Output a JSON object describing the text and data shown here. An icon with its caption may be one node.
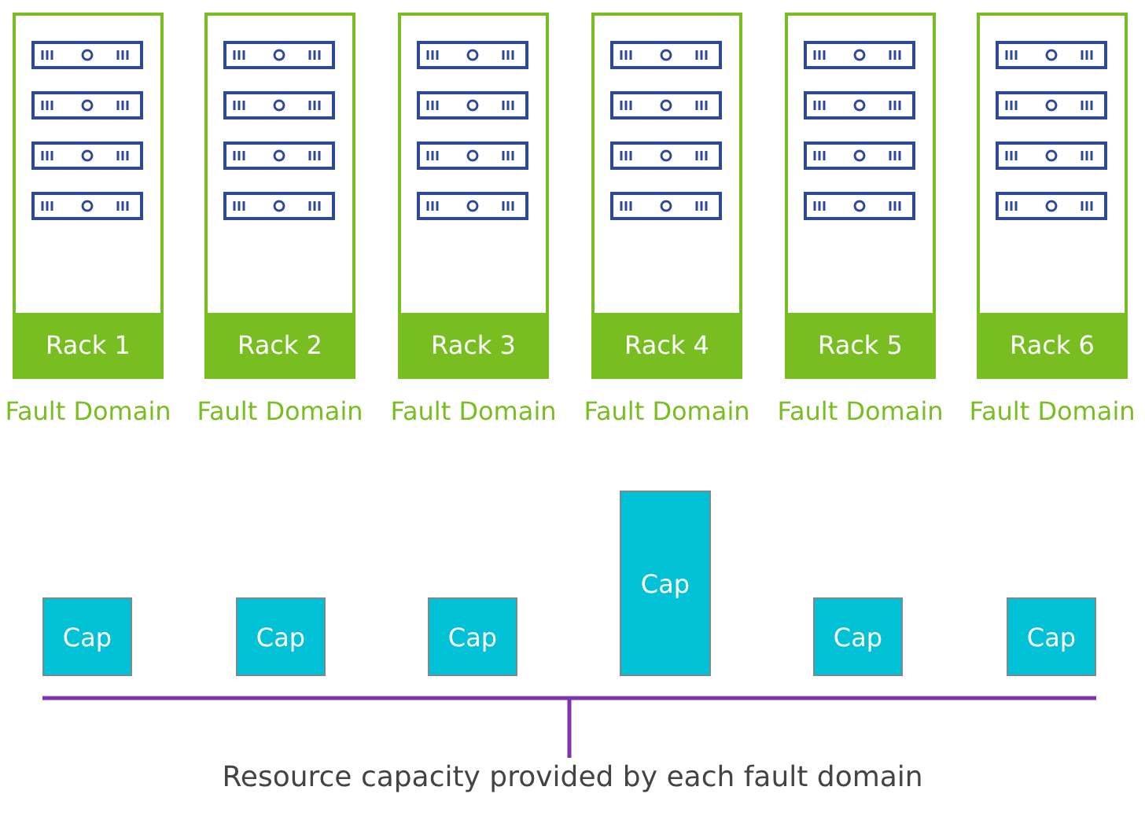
{
  "diagram": {
    "nodes": [
      {
        "text": [
          "Rack 1"
        ],
        "beside": [
          "Fault Domain"
        ]
      },
      {
        "text": [
          "Rack 2"
        ],
        "beside": [
          "Fault Domain"
        ]
      },
      {
        "text": [
          "Rack 3"
        ],
        "beside": [
          "Fault Domain"
        ]
      },
      {
        "text": [
          "Rack 4"
        ],
        "beside": [
          "Fault Domain"
        ]
      },
      {
        "text": [
          "Rack 5"
        ],
        "beside": [
          "Fault Domain"
        ]
      },
      {
        "text": [
          "Rack 6"
        ],
        "beside": [
          "Fault Domain"
        ]
      },
      {
        "text": [
          "Cap"
        ]
      },
      {
        "text": [
          "Cap"
        ]
      },
      {
        "text": [
          "Cap"
        ]
      },
      {
        "text": [
          "Cap"
        ]
      },
      {
        "text": [
          "Cap"
        ]
      },
      {
        "text": [
          "Cap"
        ]
      }
    ],
    "labels": [
      "Resource capacity provided by each fault domain"
    ]
  }
}
